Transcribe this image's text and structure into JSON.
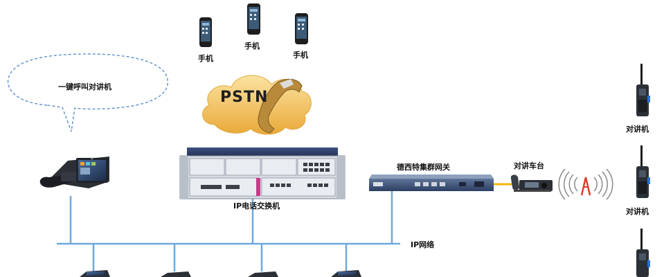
{
  "labels": {
    "phone1": "手机",
    "phone2": "手机",
    "phone3": "手机",
    "pstn": "PSTN",
    "callout": "一键呼叫对讲机",
    "ip_pbx": "IP电话交换机",
    "gateway": "德西特集群网关",
    "mobile_radio": "对讲车台",
    "ip_network": "IP网络",
    "radio1": "对讲机",
    "radio2": "对讲机"
  },
  "colors": {
    "network_line": "#6fa8dc",
    "callout_dash": "#5b8fc9",
    "cloud": "#f1c158",
    "yellow_link": "#f2b705",
    "device_dark": "#2b2f36"
  },
  "icons": [
    "smartphone-icon",
    "pstn-cloud-icon",
    "desk-phone-icon",
    "pbx-server-icon",
    "gateway-icon",
    "mobile-radio-icon",
    "antenna-icon",
    "walkie-talkie-icon"
  ]
}
